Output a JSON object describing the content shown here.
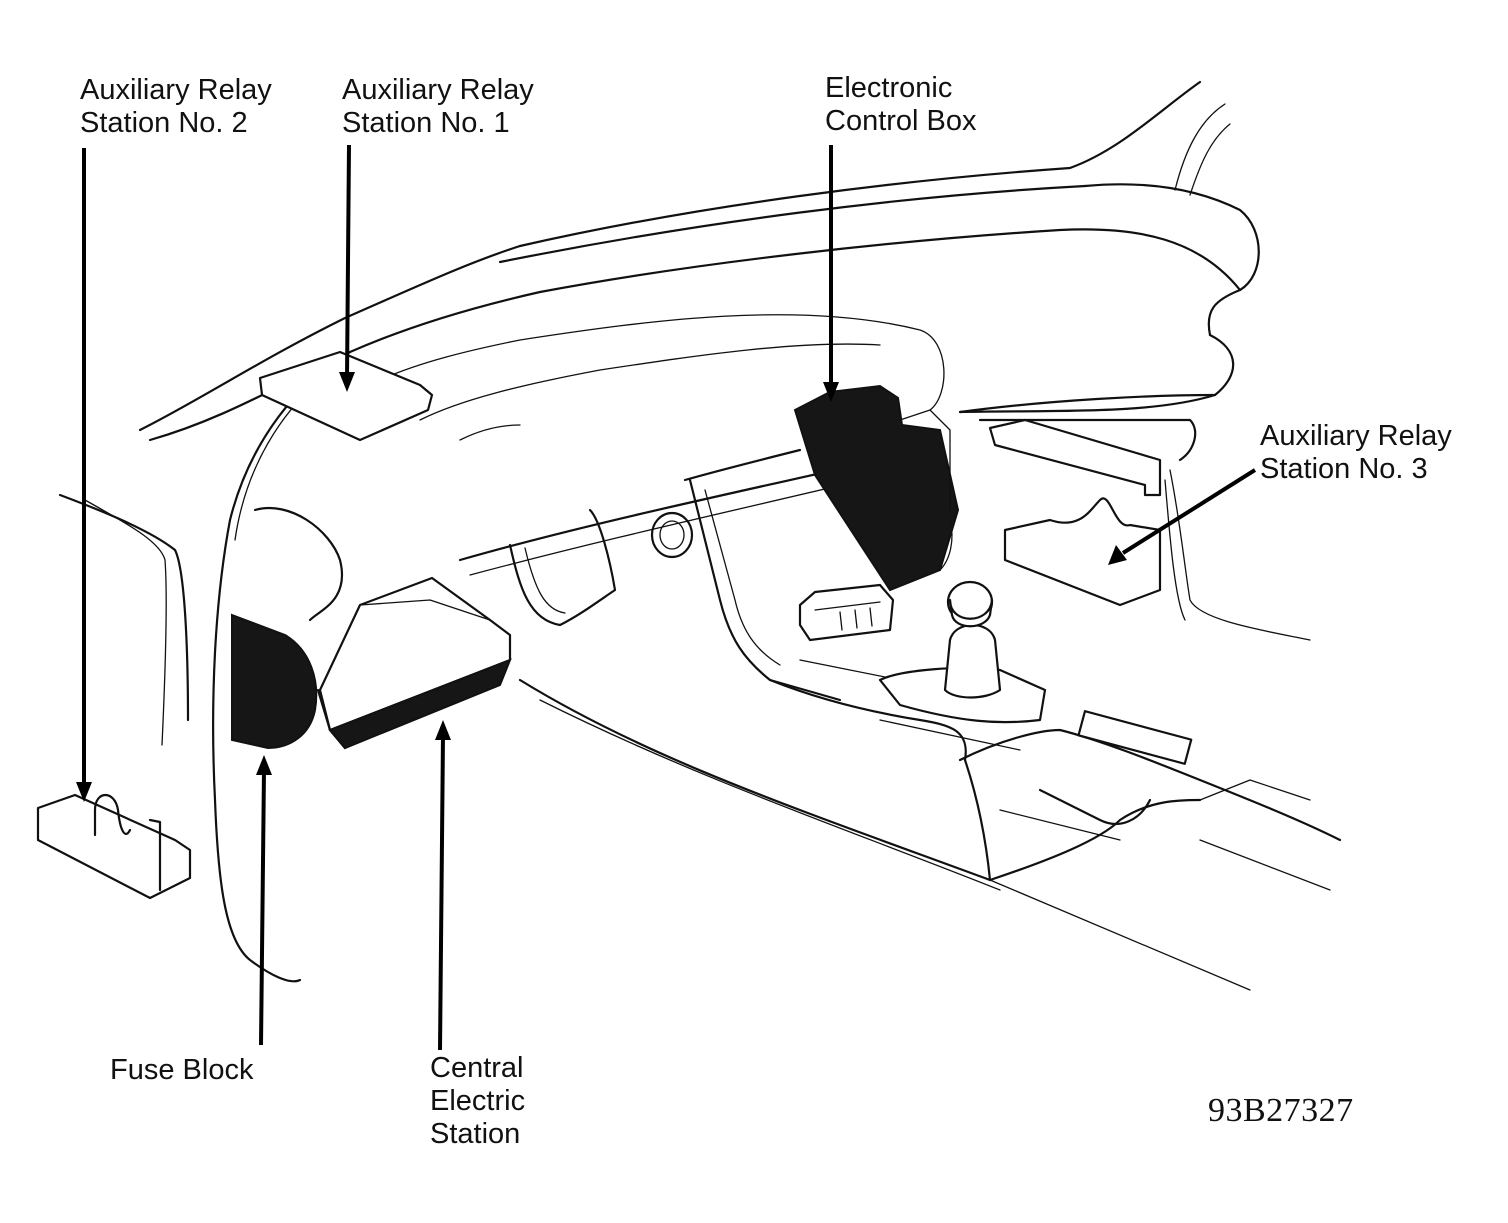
{
  "labels": {
    "aux_relay_2": [
      "Auxiliary Relay",
      "Station No. 2"
    ],
    "aux_relay_1": [
      "Auxiliary Relay",
      "Station No. 1"
    ],
    "electronic_control_box": [
      "Electronic",
      "Control Box"
    ],
    "aux_relay_3": [
      "Auxiliary Relay",
      "Station No. 3"
    ],
    "fuse_block": [
      "Fuse Block"
    ],
    "central_electric_station": [
      "Central",
      "Electric",
      "Station"
    ]
  },
  "figure_id": "93B27327"
}
